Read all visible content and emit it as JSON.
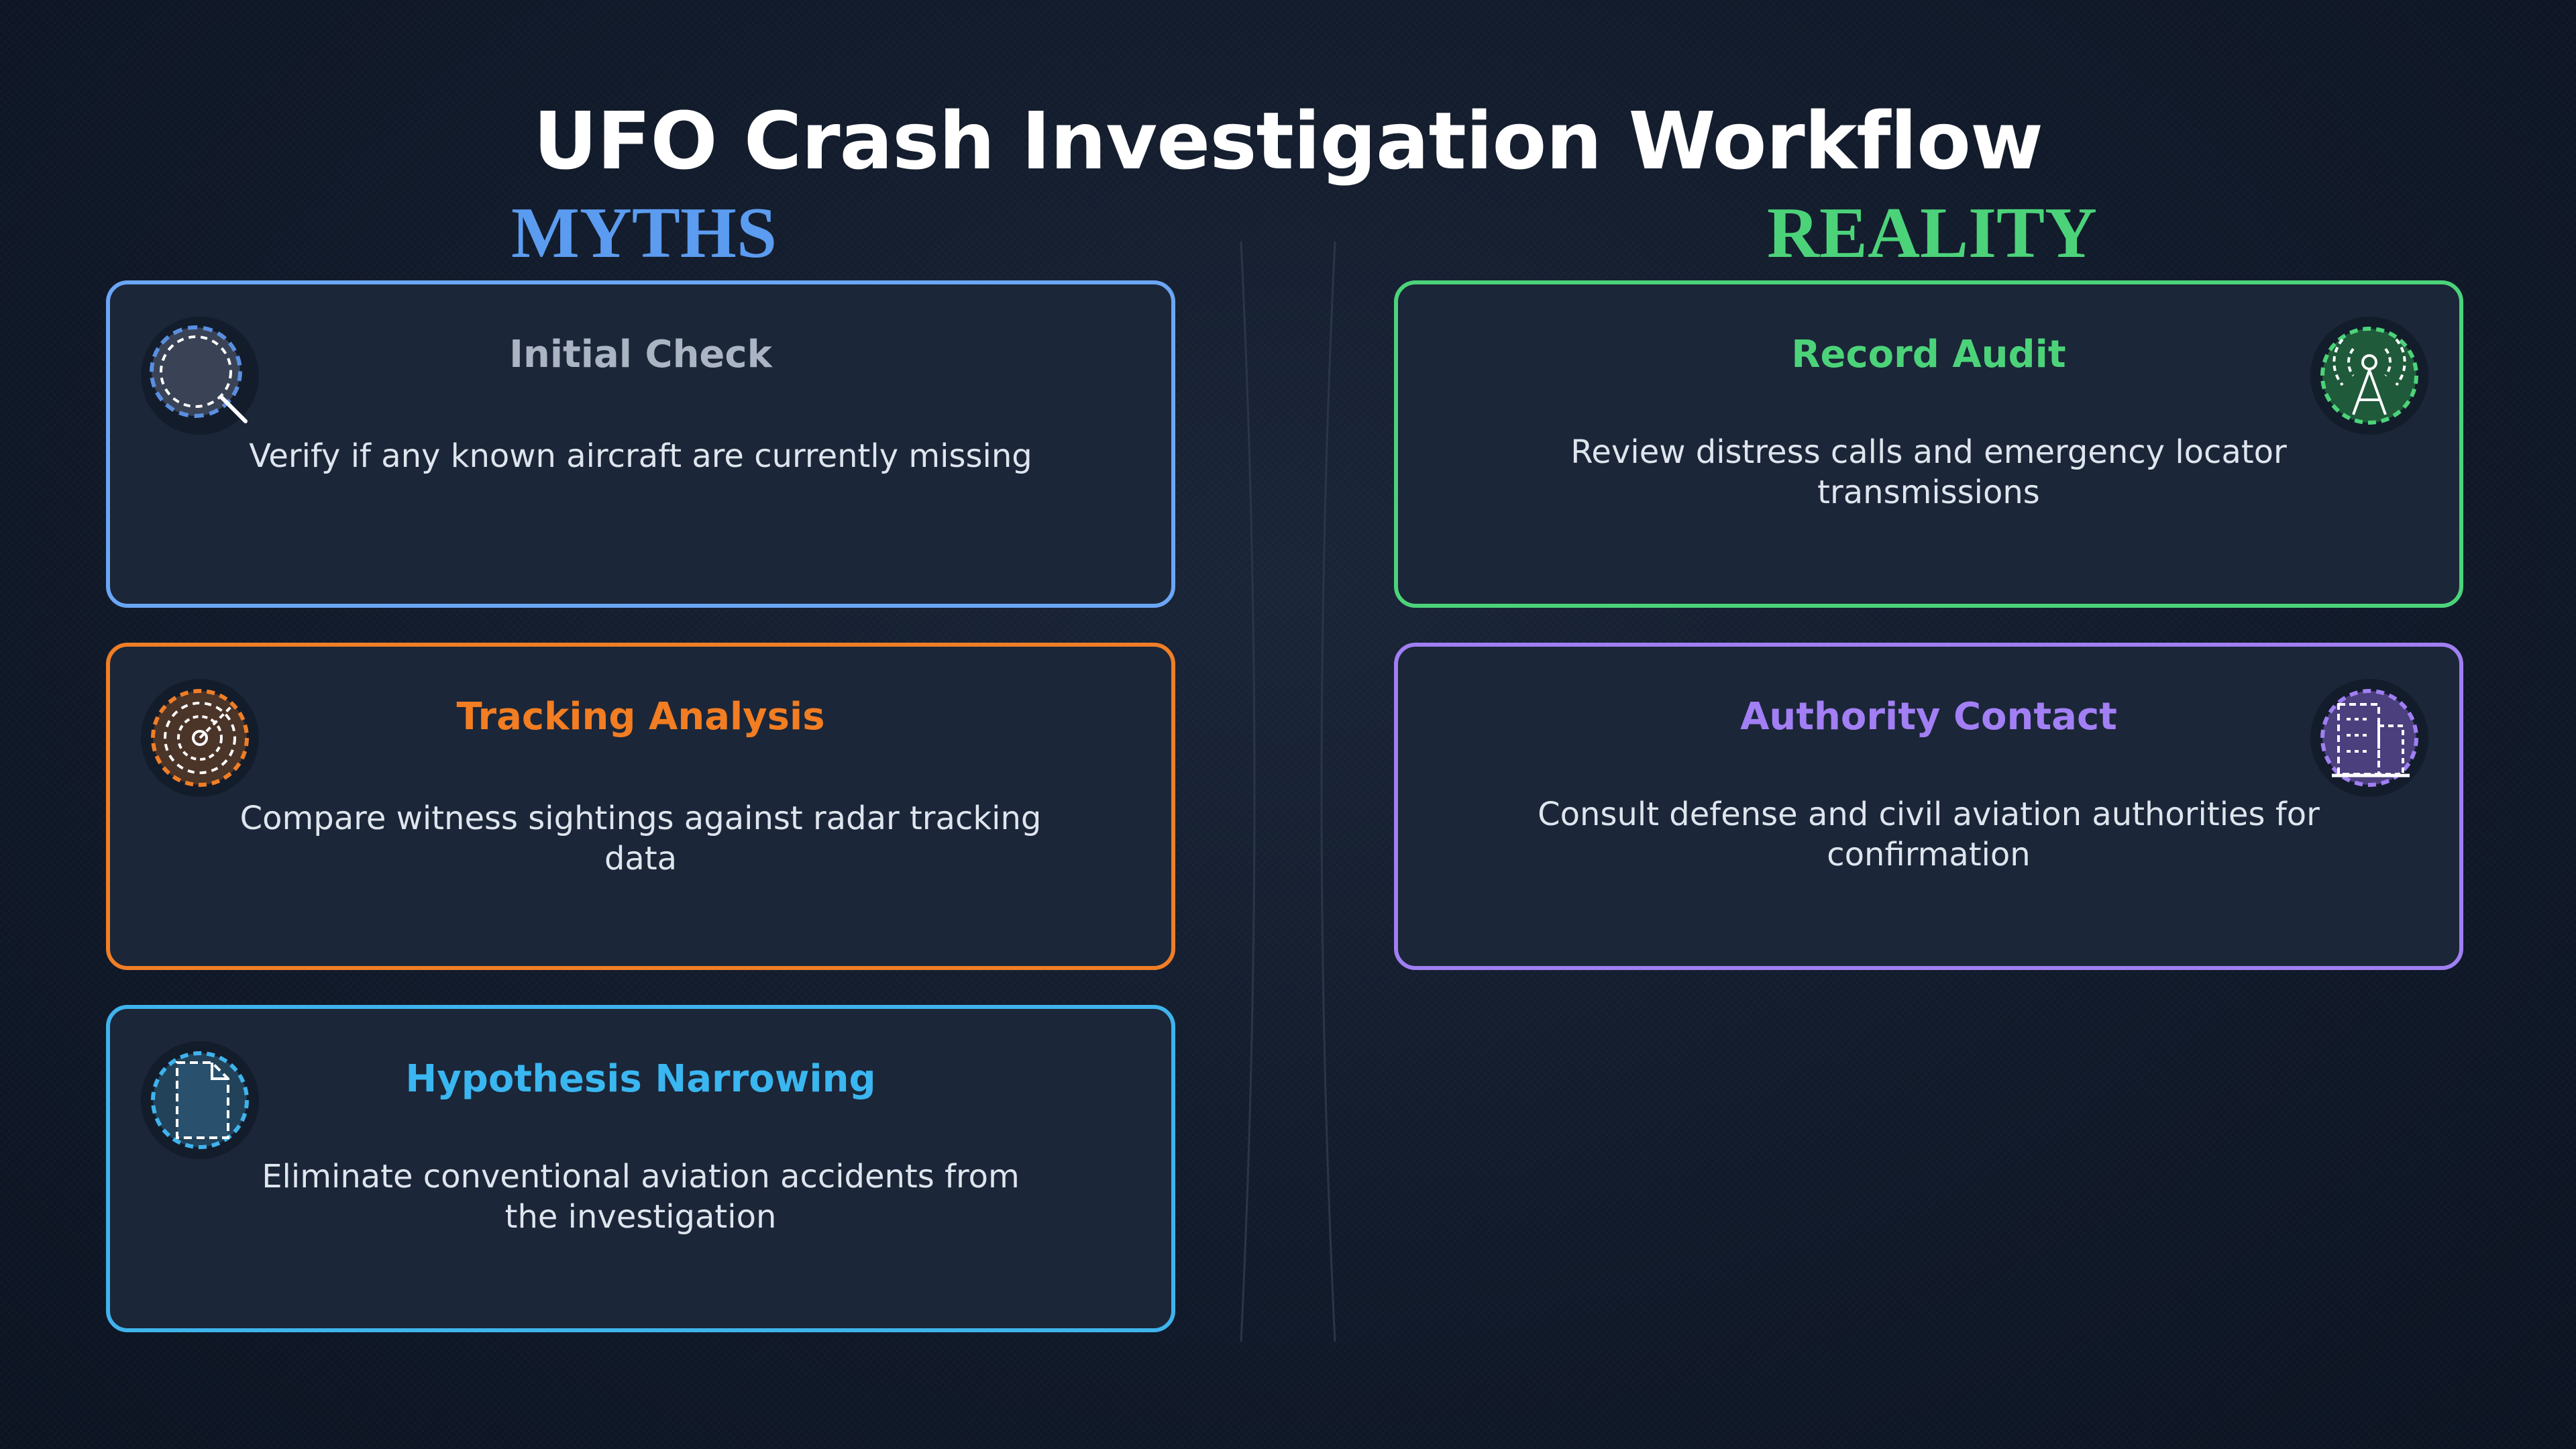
{
  "title": "UFO Crash Investigation Workflow",
  "sections": {
    "myths": {
      "label": "MYTHS",
      "color": "#5b9cf0"
    },
    "reality": {
      "label": "REALITY",
      "color": "#4cd37a"
    }
  },
  "myths_cards": [
    {
      "title": "Initial Check",
      "description": "Verify if any known aircraft are currently missing",
      "accent": "#6ba6f5",
      "title_color": "#aab4c3",
      "icon": "magnifier-icon"
    },
    {
      "title": "Tracking Analysis",
      "description": "Compare witness sightings against radar tracking data",
      "accent": "#f07e26",
      "title_color": "#f27d22",
      "icon": "radar-icon"
    },
    {
      "title": "Hypothesis Narrowing",
      "description": "Eliminate conventional aviation accidents from the investigation",
      "accent": "#3fb3ec",
      "title_color": "#3ab6f0",
      "icon": "document-icon"
    }
  ],
  "reality_cards": [
    {
      "title": "Record Audit",
      "description": "Review distress calls and emergency locator transmissions",
      "accent": "#4cd37a",
      "title_color": "#4cd37a",
      "icon": "antenna-icon"
    },
    {
      "title": "Authority Contact",
      "description": "Consult defense and civil aviation authorities for confirmation",
      "accent": "#a07ff2",
      "title_color": "#a27ff4",
      "icon": "building-icon"
    }
  ]
}
